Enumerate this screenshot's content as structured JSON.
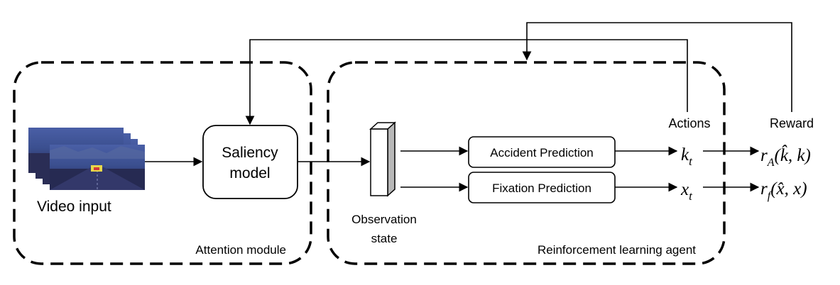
{
  "groups": {
    "attention_module": "Attention module",
    "rl_agent": "Reinforcement learning agent"
  },
  "nodes": {
    "video_input": "Video input",
    "saliency_line1": "Saliency",
    "saliency_line2": "model",
    "observation_line1": "Observation",
    "observation_line2": "state",
    "accident_prediction": "Accident Prediction",
    "fixation_prediction": "Fixation Prediction",
    "actions": "Actions",
    "reward": "Reward"
  },
  "math": {
    "k_t": {
      "base": "k",
      "sub": "t"
    },
    "x_t": {
      "base": "x",
      "sub": "t"
    },
    "reward_accident": {
      "base": "r",
      "sub": "A",
      "args": "(k̂, k)"
    },
    "reward_fixation": {
      "base": "r",
      "sub": "f",
      "args": "(x̂, x)"
    }
  },
  "colors": {
    "line": "#000000",
    "frame_sky": "#3b4f8f",
    "frame_road": "#2a2d55"
  }
}
